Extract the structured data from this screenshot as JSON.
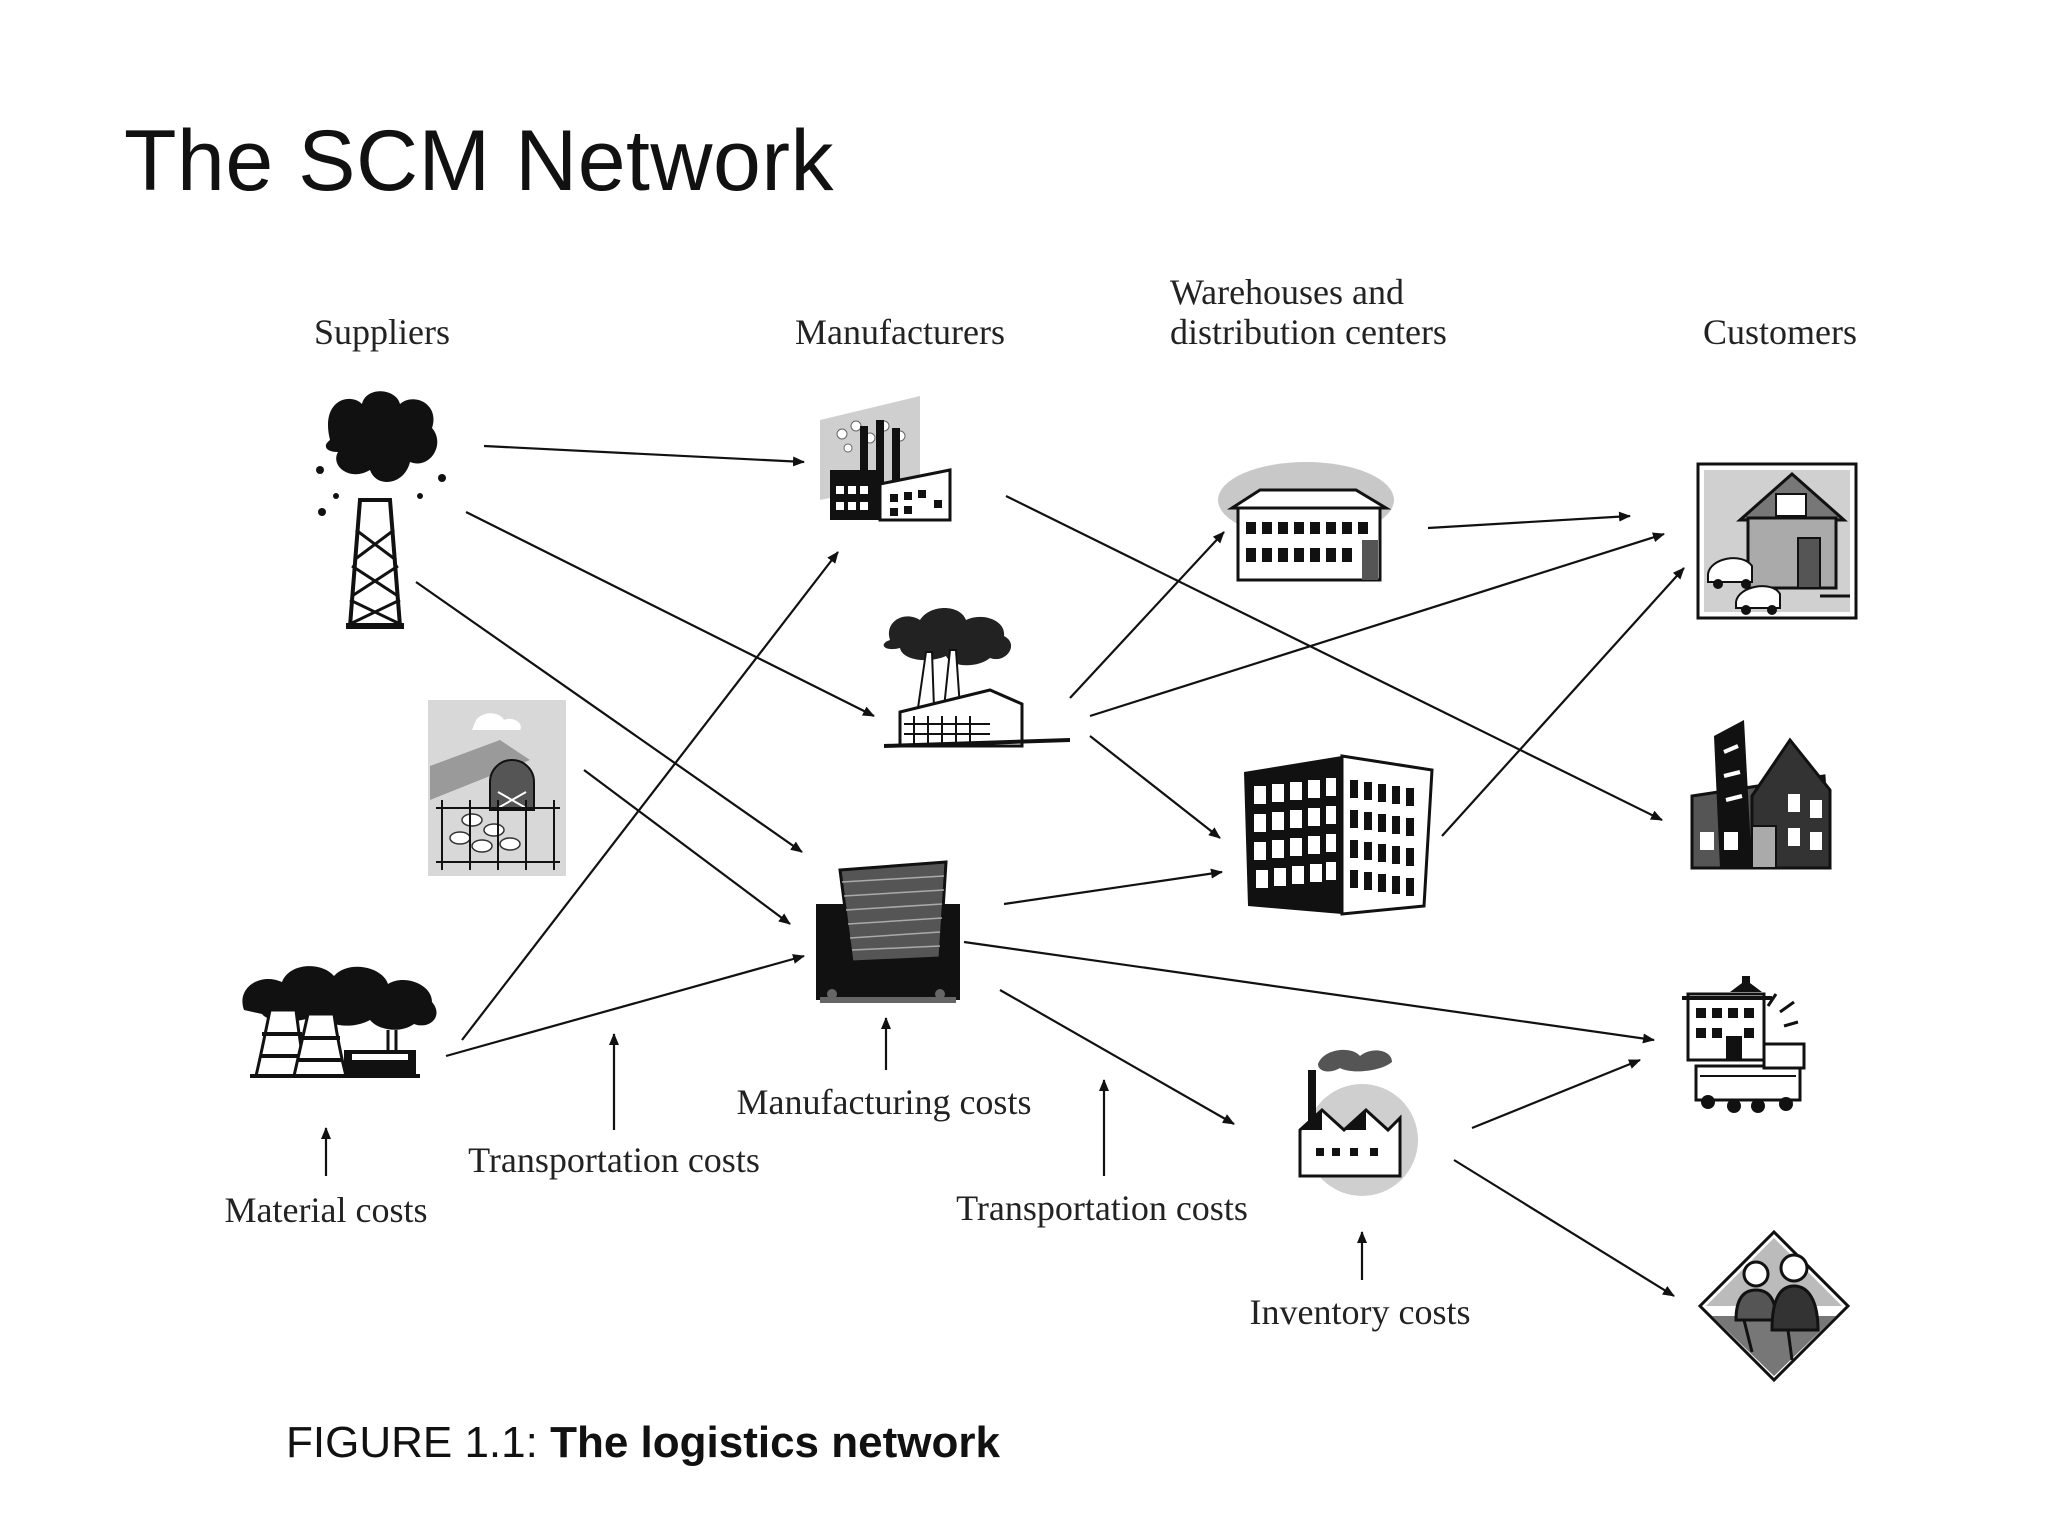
{
  "slide": {
    "title": "The SCM Network"
  },
  "columns": {
    "suppliers": "Suppliers",
    "manufacturers": "Manufacturers",
    "warehouses_line1": "Warehouses and",
    "warehouses_line2": "distribution centers",
    "customers": "Customers"
  },
  "cost_labels": {
    "material": "Material costs",
    "transport_1": "Transportation costs",
    "manufacturing": "Manufacturing costs",
    "transport_2": "Transportation costs",
    "inventory": "Inventory costs"
  },
  "caption": {
    "prefix": "FIGURE 1.1: ",
    "title": "The logistics network"
  },
  "icons": {
    "suppliers": [
      "oil-well-icon",
      "farm-icon",
      "power-plant-icon"
    ],
    "manufacturers": [
      "factory-icon",
      "smokestack-factory-icon",
      "industrial-building-icon"
    ],
    "warehouses": [
      "warehouse-icon",
      "distribution-center-icon",
      "storage-facility-icon"
    ],
    "customers": [
      "house-icon",
      "retail-store-icon",
      "hospital-icon",
      "people-icon"
    ]
  },
  "colors": {
    "ink": "#111111",
    "gray": "#888888",
    "light": "#c8c8c8"
  }
}
